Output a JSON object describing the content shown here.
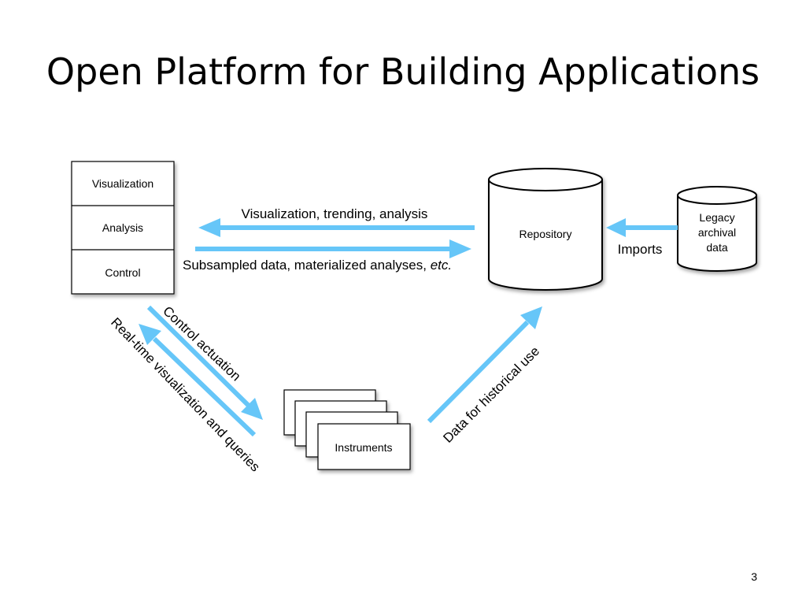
{
  "slide": {
    "title": "Open Platform for Building Applications",
    "page_number": "3"
  },
  "stack": {
    "layers": [
      "Visualization",
      "Analysis",
      "Control"
    ]
  },
  "repository": {
    "label": "Repository"
  },
  "legacy": {
    "lines": [
      "Legacy",
      "archival",
      "data"
    ]
  },
  "instruments": {
    "label": "Instruments"
  },
  "edges": {
    "vis_trending": "Visualization, trending, analysis",
    "subsampled_main": "Subsampled data, materialized analyses, ",
    "subsampled_etc": "etc.",
    "imports": "Imports",
    "control_actuation": "Control actuation",
    "realtime": "Real-time visualization and queries",
    "historical": "Data for historical use"
  },
  "colors": {
    "arrow": "#66c6f8"
  }
}
